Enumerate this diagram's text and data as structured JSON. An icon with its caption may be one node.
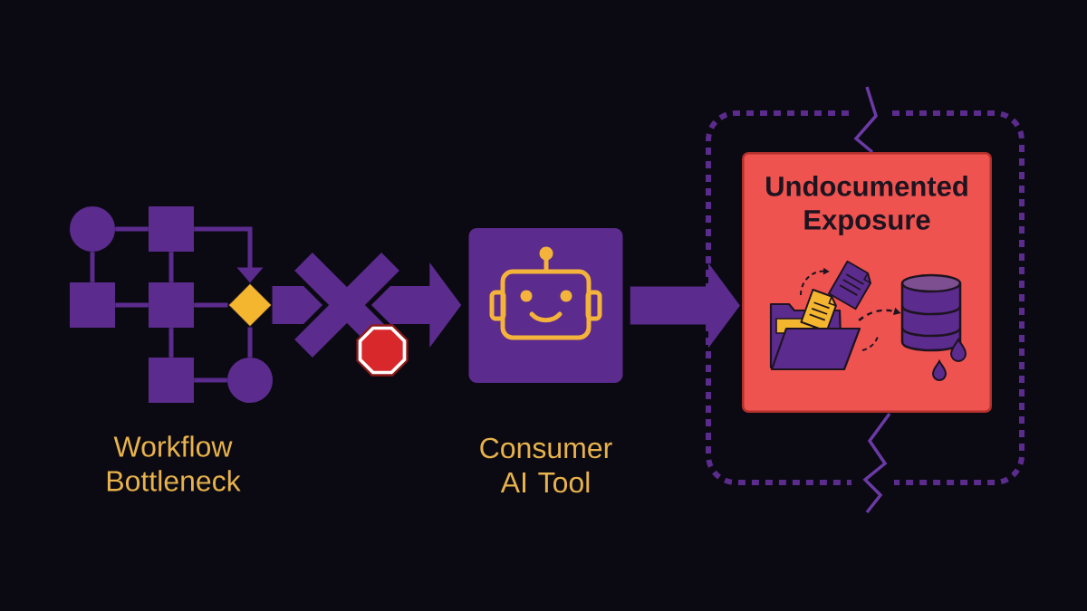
{
  "diagram": {
    "nodes": [
      {
        "text": [],
        "shape": "circle"
      },
      {
        "text": [],
        "shape": "box"
      },
      {
        "text": [],
        "shape": "box"
      },
      {
        "text": [],
        "shape": "box"
      },
      {
        "text": [],
        "shape": "diamond"
      },
      {
        "text": [],
        "shape": "box"
      },
      {
        "text": [],
        "shape": "circle"
      },
      {
        "text": [],
        "shape": "box",
        "beside": [
          "Consumer AI Tool"
        ]
      },
      {
        "text": [],
        "shape": "box"
      },
      {
        "text": [
          "Undocumented Exposure"
        ],
        "in": 8
      },
      {
        "text": [],
        "shape": "picture",
        "in": 9
      },
      {
        "text": [],
        "shape": "cylinder",
        "in": 9
      }
    ],
    "edges": [
      {
        "from": 0,
        "to": 1,
        "arrow": "none"
      },
      {
        "from": 0,
        "to": 2,
        "arrow": "none"
      },
      {
        "from": 1,
        "to": 3,
        "arrow": "none"
      },
      {
        "from": 2,
        "to": 3,
        "arrow": "none"
      },
      {
        "from": 3,
        "to": 4,
        "arrow": "none"
      },
      {
        "from": 1,
        "to": 4,
        "arrow": "to"
      },
      {
        "from": 3,
        "to": 5,
        "arrow": "none"
      },
      {
        "from": 4,
        "to": 6,
        "arrow": "none"
      },
      {
        "from": 5,
        "to": 6,
        "arrow": "none"
      },
      {
        "from": 4,
        "to": 7,
        "arrow": "to",
        "style": "thick"
      },
      {
        "from": 7,
        "to": 9,
        "arrow": "to",
        "style": "thick"
      },
      {
        "from": 10,
        "to": 11,
        "arrow": "to",
        "style": "dashed",
        "color": "#1d1420"
      }
    ],
    "labels": [
      "Workflow Bottleneck"
    ]
  }
}
